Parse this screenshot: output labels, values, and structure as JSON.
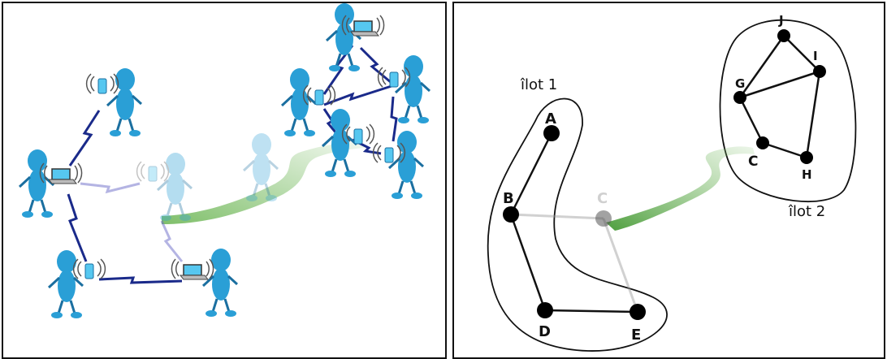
{
  "diagram": {
    "left_panel": {
      "figures": [
        {
          "kind": "person-with-phone"
        },
        {
          "kind": "person-with-laptop"
        },
        {
          "kind": "person-with-phone"
        },
        {
          "kind": "person-with-laptop"
        },
        {
          "kind": "person-with-phone-faded-moving"
        },
        {
          "kind": "person-faded-moving"
        },
        {
          "kind": "person-with-laptop"
        },
        {
          "kind": "person-with-phone"
        },
        {
          "kind": "person-with-phone"
        },
        {
          "kind": "person-with-phone"
        },
        {
          "kind": "person-with-phone"
        }
      ],
      "path_color": "#7fbf6a",
      "link_color": "#1a2a8a",
      "figure_color": "#2a9fd6"
    },
    "right_panel": {
      "island1_label": "îlot 1",
      "island2_label": "îlot 2",
      "nodes": [
        {
          "id": "A",
          "label": "A"
        },
        {
          "id": "B",
          "label": "B"
        },
        {
          "id": "D",
          "label": "D"
        },
        {
          "id": "E",
          "label": "E"
        },
        {
          "id": "C_old",
          "label": "C"
        },
        {
          "id": "J",
          "label": "J"
        },
        {
          "id": "I",
          "label": "I"
        },
        {
          "id": "G",
          "label": "G"
        },
        {
          "id": "C",
          "label": "C"
        },
        {
          "id": "H",
          "label": "H"
        }
      ],
      "edges": [
        [
          "A",
          "B"
        ],
        [
          "B",
          "D"
        ],
        [
          "D",
          "E"
        ],
        [
          "J",
          "G"
        ],
        [
          "J",
          "I"
        ],
        [
          "G",
          "I"
        ],
        [
          "G",
          "C"
        ],
        [
          "C",
          "H"
        ],
        [
          "H",
          "I"
        ],
        [
          "B",
          "C_old"
        ],
        [
          "C_old",
          "E"
        ]
      ],
      "node_color": "#000000",
      "path_color": "#7fbf6a"
    }
  }
}
